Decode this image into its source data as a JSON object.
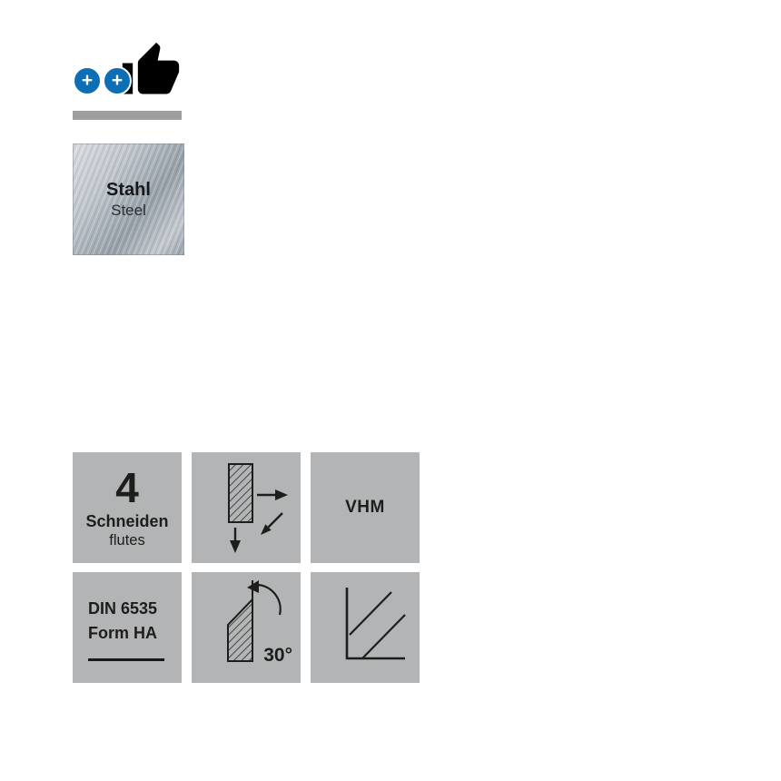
{
  "page": {
    "background": "#ffffff",
    "text_color": "#1d1d1b"
  },
  "logo": {
    "icon": "thumbs-up-icon",
    "badges": [
      {
        "label": "+"
      },
      {
        "label": "+"
      }
    ],
    "badge_color": "#0d6eb6",
    "underline_color": "#9c9ea0"
  },
  "material": {
    "title": "Stahl",
    "subtitle": "Steel",
    "image": "brushed-steel-texture"
  },
  "tiles": {
    "background": "#b3b4b5",
    "flutes": {
      "count": "4",
      "label_de": "Schneiden",
      "label_en": "flutes"
    },
    "directions": {
      "icon": "end-mill-cutting-directions-icon"
    },
    "material_code": {
      "label": "VHM"
    },
    "shank": {
      "line1": "DIN 6535",
      "line2": "Form HA"
    },
    "helix": {
      "angle": "30°",
      "icon": "helix-angle-icon"
    },
    "corner": {
      "icon": "corner-profile-icon"
    }
  }
}
